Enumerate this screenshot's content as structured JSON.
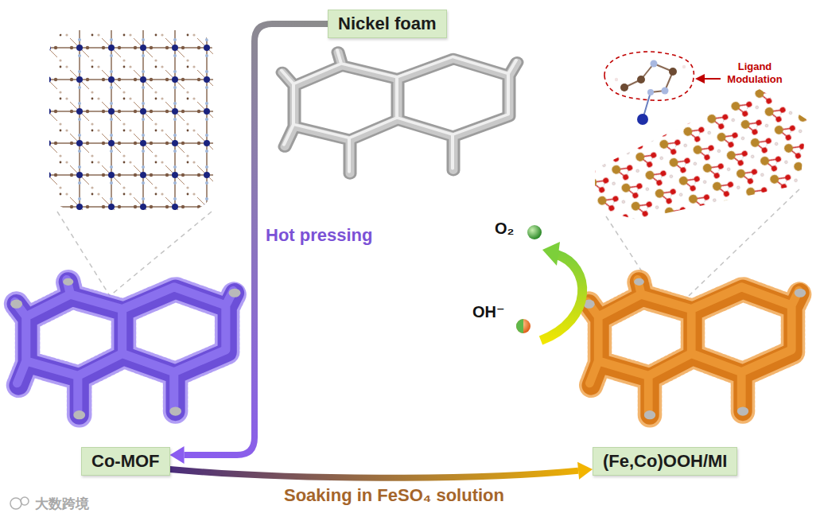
{
  "diagram": {
    "nodes": [
      {
        "text": [
          "Nickel foam"
        ]
      },
      {
        "text": [
          "Co-MOF"
        ]
      },
      {
        "text": [
          "(Fe,Co)OOH/MI"
        ]
      }
    ],
    "edges": [
      {
        "from": 0,
        "to": 1,
        "arrow": "to",
        "label": "Hot pressing"
      },
      {
        "from": 1,
        "to": 2,
        "arrow": "to",
        "label": "Soaking in FeSO₄ solution"
      }
    ],
    "labels": [
      "O₂",
      "OH⁻",
      "Ligand Modulation",
      "大数跨境"
    ]
  }
}
